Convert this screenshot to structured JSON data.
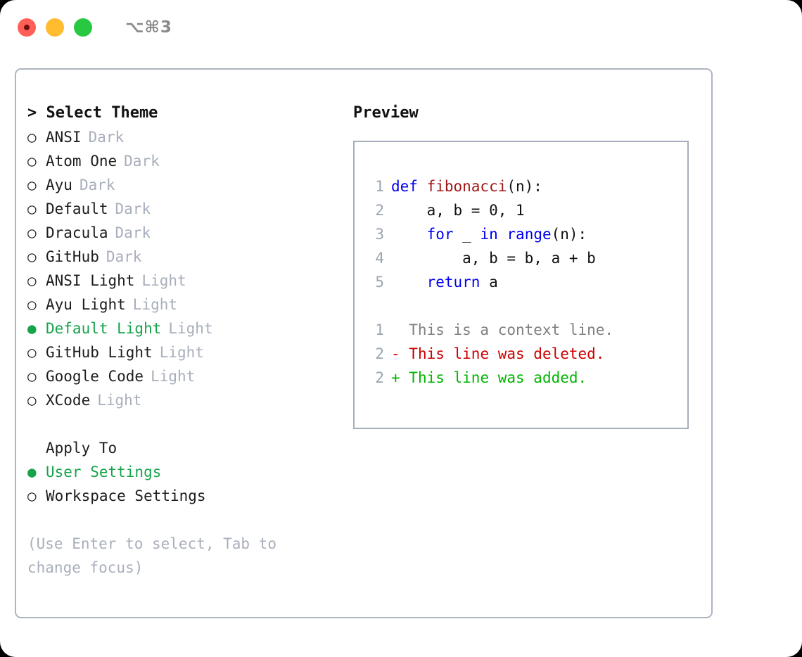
{
  "titlebar": {
    "shortcut": "⌥⌘3",
    "lights": [
      "close",
      "minimize",
      "zoom"
    ]
  },
  "left": {
    "header": "> Select Theme",
    "themes": [
      {
        "marker": "○",
        "label": "ANSI",
        "category": "Dark",
        "selected": false
      },
      {
        "marker": "○",
        "label": "Atom One",
        "category": "Dark",
        "selected": false
      },
      {
        "marker": "○",
        "label": "Ayu",
        "category": "Dark",
        "selected": false
      },
      {
        "marker": "○",
        "label": "Default",
        "category": "Dark",
        "selected": false
      },
      {
        "marker": "○",
        "label": "Dracula",
        "category": "Dark",
        "selected": false
      },
      {
        "marker": "○",
        "label": "GitHub",
        "category": "Dark",
        "selected": false
      },
      {
        "marker": "○",
        "label": "ANSI Light",
        "category": "Light",
        "selected": false
      },
      {
        "marker": "○",
        "label": "Ayu Light",
        "category": "Light",
        "selected": false
      },
      {
        "marker": "●",
        "label": "Default Light",
        "category": "Light",
        "selected": true
      },
      {
        "marker": "○",
        "label": "GitHub Light",
        "category": "Light",
        "selected": false
      },
      {
        "marker": "○",
        "label": "Google Code",
        "category": "Light",
        "selected": false
      },
      {
        "marker": "○",
        "label": "XCode",
        "category": "Light",
        "selected": false
      }
    ],
    "apply_to_header": "Apply To",
    "apply_to": [
      {
        "marker": "●",
        "label": "User Settings",
        "selected": true
      },
      {
        "marker": "○",
        "label": "Workspace Settings",
        "selected": false
      }
    ],
    "hint": "(Use Enter to select, Tab to change focus)"
  },
  "right": {
    "title": "Preview",
    "code": [
      {
        "lineno": "1",
        "tokens": [
          {
            "text": "def ",
            "kind": "kw"
          },
          {
            "text": "fibonacci",
            "kind": "fn"
          },
          {
            "text": "(n):",
            "kind": "plain"
          }
        ]
      },
      {
        "lineno": "2",
        "tokens": [
          {
            "text": "    a, b = 0, 1",
            "kind": "plain"
          }
        ]
      },
      {
        "lineno": "3",
        "tokens": [
          {
            "text": "    ",
            "kind": "plain"
          },
          {
            "text": "for",
            "kind": "kw"
          },
          {
            "text": " _ ",
            "kind": "plain"
          },
          {
            "text": "in",
            "kind": "kw"
          },
          {
            "text": " ",
            "kind": "plain"
          },
          {
            "text": "range",
            "kind": "kw"
          },
          {
            "text": "(n):",
            "kind": "plain"
          }
        ]
      },
      {
        "lineno": "4",
        "tokens": [
          {
            "text": "        a, b = b, a + b",
            "kind": "plain"
          }
        ]
      },
      {
        "lineno": "5",
        "tokens": [
          {
            "text": "    ",
            "kind": "plain"
          },
          {
            "text": "return",
            "kind": "kw"
          },
          {
            "text": " a",
            "kind": "plain"
          }
        ]
      }
    ],
    "diff": [
      {
        "lineno": "1",
        "sign": " ",
        "text": "  This is a context line.",
        "kind": "ctx"
      },
      {
        "lineno": "2",
        "sign": "-",
        "text": " This line was deleted.",
        "kind": "del"
      },
      {
        "lineno": "2",
        "sign": "+",
        "text": " This line was added.",
        "kind": "add"
      }
    ]
  },
  "colors": {
    "selected_green": "#16a34a",
    "muted_gray": "#a8aebb",
    "keyword_blue": "#0000ee",
    "function_red": "#a31515",
    "diff_delete": "#cc0000",
    "diff_add": "#00b400",
    "border": "#adb5c0",
    "light_red": "#ff5f57",
    "light_amber": "#febc2e",
    "light_green": "#28c840"
  }
}
